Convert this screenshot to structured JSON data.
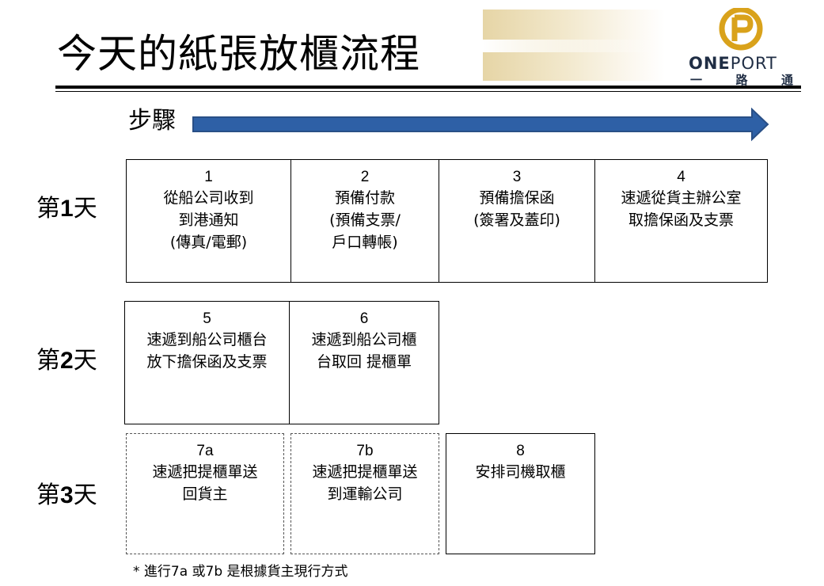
{
  "slide": {
    "title": "今天的紙張放櫃流程",
    "steps_label": "步驟",
    "logo": {
      "word_bold": "ONE",
      "word_thin": "PORT",
      "sub": [
        "一",
        "路",
        "通"
      ],
      "icon": "oneport-p-logo-icon"
    },
    "days": [
      {
        "prefix": "第",
        "num": "1",
        "suffix": "天"
      },
      {
        "prefix": "第",
        "num": "2",
        "suffix": "天"
      },
      {
        "prefix": "第",
        "num": "3",
        "suffix": "天"
      }
    ],
    "steps": [
      {
        "num": "1",
        "text": "從船公司收到\n到港通知\n(傳真/電郵)"
      },
      {
        "num": "2",
        "text": "預備付款\n(預備支票/\n戶口轉帳)"
      },
      {
        "num": "3",
        "text": "預備擔保函\n(簽署及蓋印)"
      },
      {
        "num": "4",
        "text": "速遞從貨主辦公室\n取擔保函及支票"
      },
      {
        "num": "5",
        "text": "速遞到船公司櫃台\n放下擔保函及支票"
      },
      {
        "num": "6",
        "text": "速遞到船公司櫃\n台取回 提櫃單"
      },
      {
        "num": "7a",
        "text": "速遞把提櫃單送\n回貨主"
      },
      {
        "num": "7b",
        "text": "速遞把提櫃單送\n到運輸公司"
      },
      {
        "num": "8",
        "text": "安排司機取櫃"
      }
    ],
    "footnote": "* 進行7a 或7b 是根據貨主現行方式",
    "colors": {
      "arrow_fill": "#2e60a6",
      "arrow_stroke": "#294f86",
      "logo_gold": "#d9a21b",
      "logo_navy": "#1f2d44"
    }
  }
}
